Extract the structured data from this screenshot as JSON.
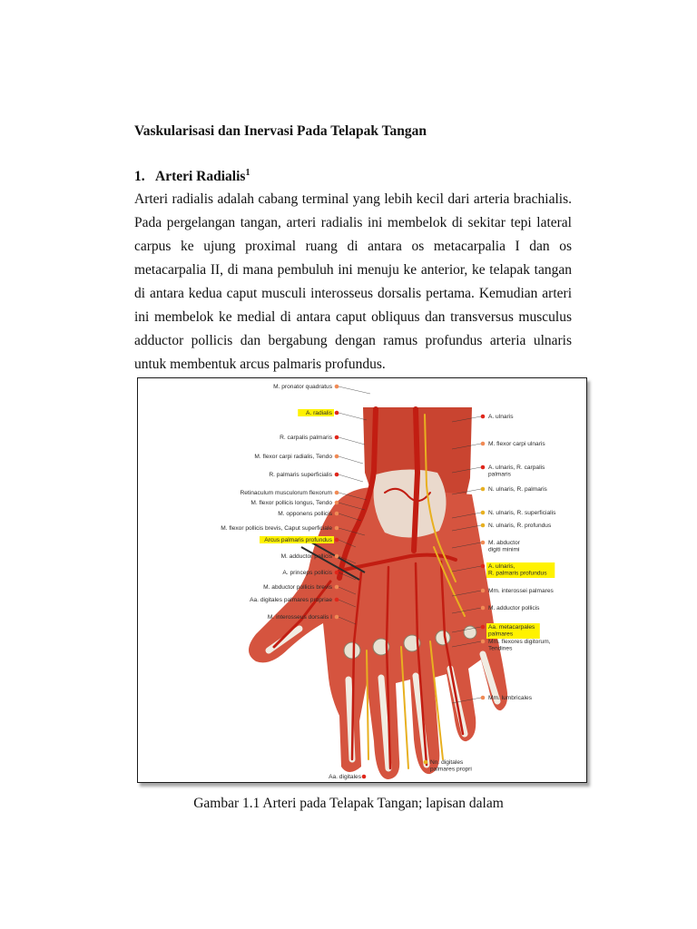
{
  "document": {
    "title": "Vaskularisasi dan Inervasi Pada Telapak Tangan",
    "section_number": "1.",
    "section_title": "Arteri Radialis",
    "section_footnote": "1",
    "paragraph": "Arteri radialis adalah cabang terminal yang lebih kecil dari arteria brachialis. Pada pergelangan tangan, arteri radialis ini membelok di sekitar tepi lateral carpus ke ujung proximal ruang di antara os metacarpalia I dan os metacarpalia II, di mana pembuluh ini menuju ke anterior, ke telapak tangan di antara kedua caput musculi interosseus dorsalis pertama. Kemudian arteri ini membelok ke medial di antara caput obliquus dan transversus musculus adductor pollicis dan bergabung dengan ramus profundus arteria ulnaris untuk membentuk arcus palmaris profundus.",
    "caption": "Gambar 1.1 Arteri pada Telapak Tangan; lapisan dalam"
  },
  "figure": {
    "colors": {
      "artery": "#d42a1c",
      "muscle": "#d5543f",
      "nerve": "#e8b020",
      "tendon": "#f1ece2",
      "highlight": "#fff200",
      "label_dot_red": "#e0261a",
      "label_dot_orange": "#f08a55"
    },
    "left_labels": [
      {
        "text": "M. pronator quadratus",
        "highlight": false,
        "dot": "orange"
      },
      {
        "text": "A. radialis",
        "highlight": true,
        "dot": "red"
      },
      {
        "text": "R. carpalis palmaris",
        "highlight": false,
        "dot": "red"
      },
      {
        "text": "M. flexor carpi radialis, Tendo",
        "highlight": false,
        "dot": "orange"
      },
      {
        "text": "R. palmaris superficialis",
        "highlight": false,
        "dot": "red"
      },
      {
        "text": "Retinaculum musculorum flexorum",
        "highlight": false,
        "dot": "orange"
      },
      {
        "text": "M. flexor pollicis longus, Tendo",
        "highlight": false,
        "dot": "orange"
      },
      {
        "text": "M. opponens pollicis",
        "highlight": false,
        "dot": "orange"
      },
      {
        "text": "M. flexor pollicis brevis, Caput superficiale",
        "highlight": false,
        "dot": "orange"
      },
      {
        "text": "Arcus palmaris profundus",
        "highlight": true,
        "dot": "red"
      },
      {
        "text": "M. adductor pollicis",
        "highlight": false,
        "dot": "orange"
      },
      {
        "text": "A. princeps pollicis",
        "highlight": false,
        "dot": "red"
      },
      {
        "text": "M. abductor pollicis brevis",
        "highlight": false,
        "dot": "orange"
      },
      {
        "text": "Aa. digitales palmares propriae",
        "highlight": false,
        "dot": "red"
      },
      {
        "text": "M. interosseus dorsalis I",
        "highlight": false,
        "dot": "orange"
      }
    ],
    "right_labels": [
      {
        "lines": [
          "A. ulnaris"
        ],
        "highlight": false,
        "dot": "red"
      },
      {
        "lines": [
          "M. flexor carpi ulnaris"
        ],
        "highlight": false,
        "dot": "orange"
      },
      {
        "lines": [
          "A. ulnaris, R. carpalis",
          "palmaris"
        ],
        "highlight": false,
        "dot": "red"
      },
      {
        "lines": [
          "N. ulnaris, R. palmaris"
        ],
        "highlight": false,
        "dot": "nerve"
      },
      {
        "lines": [
          "N. ulnaris, R. superficialis"
        ],
        "highlight": false,
        "dot": "nerve"
      },
      {
        "lines": [
          "N. ulnaris, R. profundus"
        ],
        "highlight": false,
        "dot": "nerve"
      },
      {
        "lines": [
          "M. abductor",
          "digiti minimi"
        ],
        "highlight": false,
        "dot": "orange"
      },
      {
        "lines": [
          "A. ulnaris,",
          "R. palmaris profundus"
        ],
        "highlight": true,
        "dot": "red"
      },
      {
        "lines": [
          "Mm. interossei palmares"
        ],
        "highlight": false,
        "dot": "orange"
      },
      {
        "lines": [
          "M. adductor pollicis"
        ],
        "highlight": false,
        "dot": "orange"
      },
      {
        "lines": [
          "Aa. metacarpales",
          "palmares"
        ],
        "highlight": true,
        "dot": "red"
      },
      {
        "lines": [
          "Mm. flexores digitorum,",
          "Tendines"
        ],
        "highlight": false,
        "dot": "orange"
      },
      {
        "lines": [
          "Mm. lumbricales"
        ],
        "highlight": false,
        "dot": "orange"
      }
    ],
    "bottom_labels": [
      {
        "lines": [
          "Aa. digitales"
        ],
        "dot": "red"
      },
      {
        "lines": [
          "Nn. digitales",
          "palmares propri"
        ],
        "dot": "nerve"
      }
    ]
  }
}
